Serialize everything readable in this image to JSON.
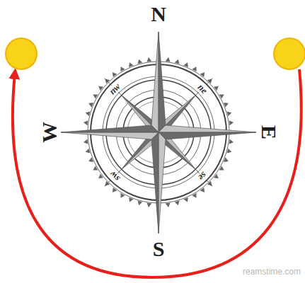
{
  "diagram": {
    "labels": [
      "N",
      "E",
      "S",
      "W",
      "nw",
      "ne",
      "se",
      "sw",
      "reamstime.com"
    ]
  }
}
